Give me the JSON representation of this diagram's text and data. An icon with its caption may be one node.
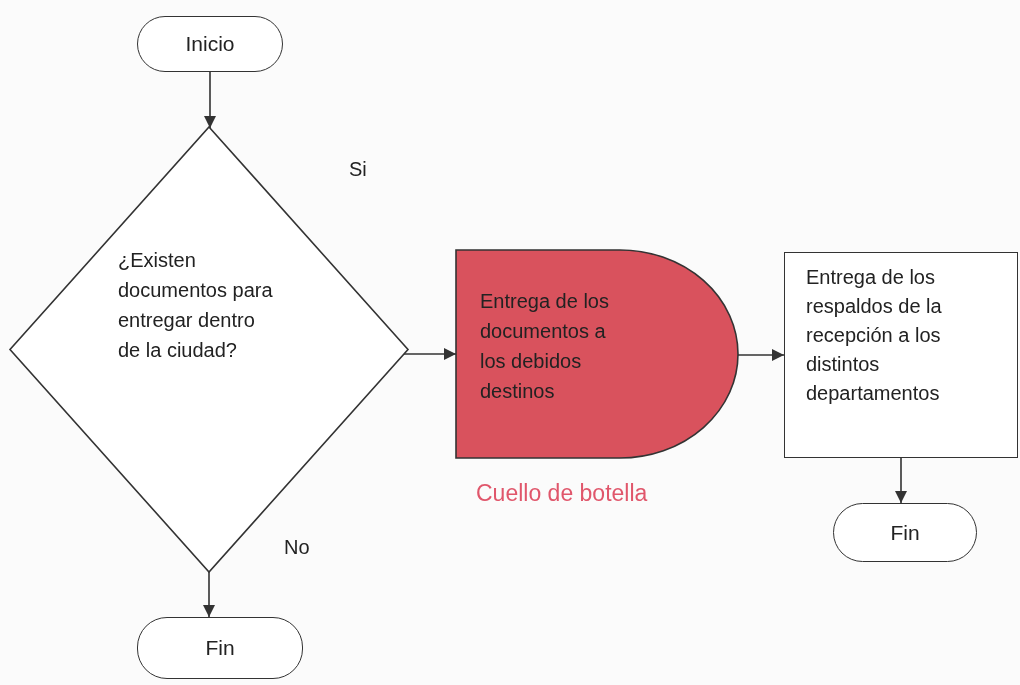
{
  "diagram": {
    "nodes": [
      {
        "text": [
          "Inicio"
        ]
      },
      {
        "text": [
          "¿Existen documentos para entregar dentro de la ciudad?"
        ]
      },
      {
        "text": [
          "Entrega de los documentos a los debidos destinos"
        ],
        "beside": [
          "Cuello de botella"
        ]
      },
      {
        "text": [
          "Entrega de los respaldos de la recepción a los distintos departamentos"
        ]
      },
      {
        "text": [
          "Fin"
        ]
      },
      {
        "text": [
          "Fin"
        ]
      }
    ],
    "edges": [
      {
        "from": 0,
        "to": 1,
        "arrow": "to"
      },
      {
        "from": 1,
        "to": 2,
        "arrow": "to"
      },
      {
        "from": 2,
        "to": 3,
        "arrow": "to"
      },
      {
        "from": 3,
        "to": 4,
        "arrow": "to"
      },
      {
        "from": 1,
        "to": 5,
        "arrow": "to",
        "label": "No"
      }
    ],
    "labels": [
      "Si"
    ]
  }
}
